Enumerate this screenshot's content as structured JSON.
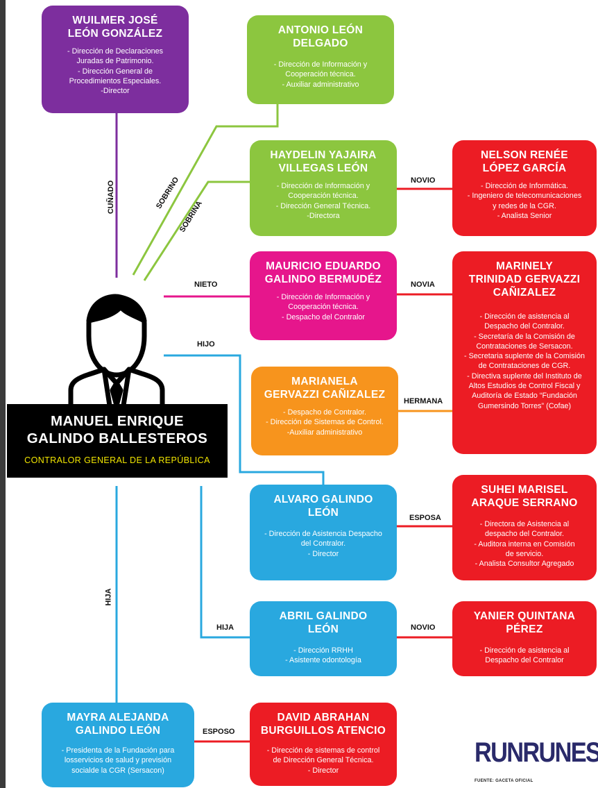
{
  "central": {
    "name": "MANUEL ENRIQUE\nGALINDO BALLESTEROS",
    "title": "CONTRALOR GENERAL DE LA REPÚBLICA"
  },
  "nodes": {
    "wuilmer": {
      "name": "WUILMER JOSÉ\nLEÓN GONZÁLEZ",
      "lines": [
        "- Dirección de Declaraciones",
        "Juradas de Patrimonio.",
        "- Dirección General de",
        "Procedimientos Especiales.",
        "-Director"
      ]
    },
    "antonio": {
      "name": "ANTONIO LEÓN\nDELGADO",
      "lines": [
        "- Dirección de Información y",
        "Cooperación técnica.",
        "- Auxiliar administrativo"
      ]
    },
    "haydelin": {
      "name": "HAYDELIN YAJAIRA\nVILLEGAS LEÓN",
      "lines": [
        "- Dirección de Información y",
        "Cooperación técnica.",
        "- Dirección General Técnica.",
        "-Directora"
      ]
    },
    "nelson": {
      "name": "NELSON RENÉE\nLÓPEZ GARCÍA",
      "lines": [
        "- Dirección de Informática.",
        "- Ingeniero de telecomunicaciones",
        "y redes de la CGR.",
        "- Analista Senior"
      ]
    },
    "mauricio": {
      "name": "MAURICIO EDUARDO\nGALINDO BERMUDÉZ",
      "lines": [
        "- Dirección de Información y",
        "Cooperación técnica.",
        "- Despacho del Contralor"
      ]
    },
    "marinely": {
      "name": "MARINELY\nTRINIDAD GERVAZZI\nCAÑIZALEZ",
      "lines": [
        "- Dirección de asistencia al",
        "Despacho del Contralor.",
        "- Secretaría de la Comisión de",
        "Contrataciones de Sersacon.",
        "- Secretaria suplente de la Comisión",
        "de Contrataciones de CGR.",
        "- Directiva suplente del Instituto de",
        "Altos Estudios de Control Fiscal y",
        "Auditoría de Estado “Fundación",
        "Gumersindo Torres” (Cofae)"
      ]
    },
    "marianela": {
      "name": "MARIANELA\nGERVAZZI CAÑIZALEZ",
      "lines": [
        "- Despacho de Contralor.",
        "- Dirección de Sistemas de Control.",
        "-Auxiliar administrativo"
      ]
    },
    "alvaro": {
      "name": "ALVARO GALINDO\nLEÓN",
      "lines": [
        "- Dirección de Asistencia Despacho",
        "del Contralor.",
        "- Director"
      ]
    },
    "suhei": {
      "name": "SUHEI MARISEL\nARAQUE SERRANO",
      "lines": [
        "- Directora de Asistencia al",
        "despacho del Contralor.",
        "- Auditora interna en Comisión",
        "de servicio.",
        "- Analista Consultor Agregado"
      ]
    },
    "abril": {
      "name": "ABRIL GALINDO\nLEÓN",
      "lines": [
        "- Dirección RRHH",
        "- Asistente odontología"
      ]
    },
    "yanier": {
      "name": "YANIER QUINTANA\nPÉREZ",
      "lines": [
        "- Dirección de asistencia al",
        "Despacho del Contralor"
      ]
    },
    "mayra": {
      "name": "MAYRA ALEJANDA\nGALINDO LEÓN",
      "lines": [
        "- Presidenta de la Fundación para",
        "losservicios de salud y previsión",
        "socialde la CGR (Sersacon)"
      ]
    },
    "david": {
      "name": "DAVID ABRAHAN\nBURGUILLOS ATENCIO",
      "lines": [
        "- Dirección de sistemas de control",
        "de Dirección General Técnica.",
        "- Director"
      ]
    }
  },
  "relations": {
    "cunado": "CUÑADO",
    "sobrino": "SOBRINO",
    "sobrina": "SOBRINA",
    "nieto": "NIETO",
    "hijo": "HIJO",
    "hija_left": "HIJA",
    "hija_abril": "HIJA",
    "novio_nelson": "NOVIO",
    "novia": "NOVIA",
    "hermana": "HERMANA",
    "esposa": "ESPOSA",
    "novio_yanier": "NOVIO",
    "esposo": "ESPOSO"
  },
  "logo": "RUNRUNES",
  "source": "FUENTE: GACETA OFICIAL",
  "colors": {
    "purple": "#7d2e9e",
    "green": "#8cc63f",
    "magenta": "#e6168c",
    "orange": "#f7941d",
    "blue": "#29a8df",
    "red": "#ec1c24",
    "central_bg": "#000000",
    "central_title": "#f2e600"
  }
}
